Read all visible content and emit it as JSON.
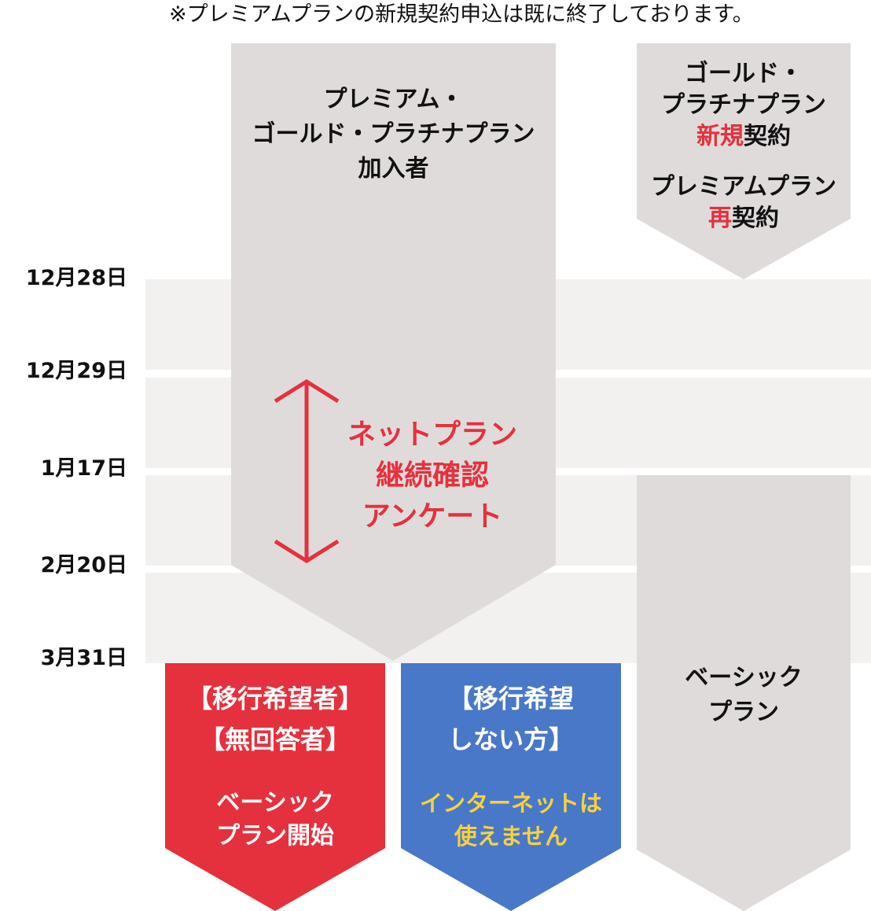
{
  "note": "※プレミアムプランの新規契約申込は既に終了しております。",
  "dates": [
    "12月28日",
    "12月29日",
    "1月17日",
    "2月20日",
    "3月31日"
  ],
  "existing_members": {
    "line1": "プレミアム・",
    "line2": "ゴールド・プラチナプラン",
    "line3": "加入者"
  },
  "new_contract": {
    "line1": "ゴールド・",
    "line2": "プラチナプラン",
    "line3_red": "新規",
    "line3_rest": "契約",
    "line4": "プレミアムプラン",
    "line5_red": "再",
    "line5_rest": "契約"
  },
  "survey": {
    "line1": "ネットプラン",
    "line2": "継続確認",
    "line3": "アンケート"
  },
  "basic_plan": {
    "line1": "ベーシック",
    "line2": "プラン"
  },
  "migrate": {
    "line1": "【移行希望者】",
    "line2": "【無回答者】",
    "line3": "ベーシック",
    "line4": "プラン開始"
  },
  "no_migrate": {
    "line1": "【移行希望",
    "line2": "しない方】",
    "line3": "インターネットは",
    "line4": "使えません"
  },
  "colors": {
    "band": "#f2f1f0",
    "gray_arrow": "#e0dbdb",
    "red": "#e5313d",
    "blue": "#4a78c8",
    "yellow": "#f7d23d"
  }
}
